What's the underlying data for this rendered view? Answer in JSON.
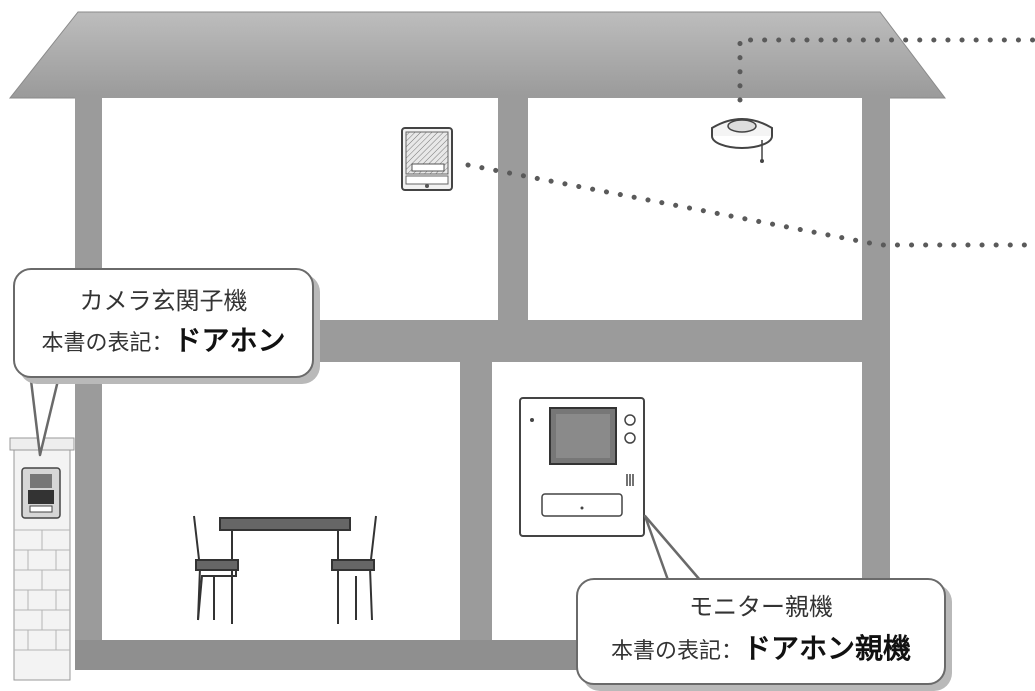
{
  "callouts": {
    "door_unit": {
      "title": "カメラ玄関子機",
      "notation_label": "本書の表記：",
      "notation_value": "ドアホン"
    },
    "monitor_unit": {
      "title": "モニター親機",
      "notation_label": "本書の表記：",
      "notation_value": "ドアホン親機"
    }
  },
  "colors": {
    "house_frame": "#9b9b9b",
    "roof": "#a3a3a3",
    "outline": "#6a6a6a",
    "wiring_dots": "#5a5a5a"
  }
}
